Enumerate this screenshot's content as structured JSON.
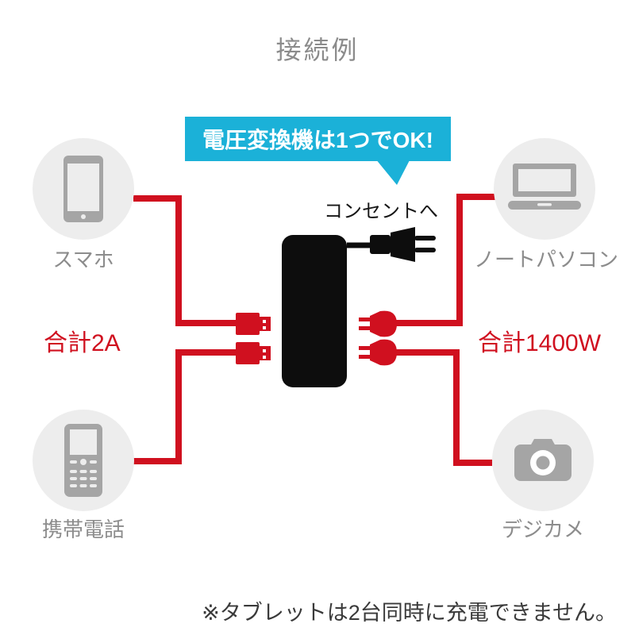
{
  "title": "接続例",
  "callout": {
    "text": "電圧変換機は1つでOK!"
  },
  "center": {
    "outlet_label": "コンセントへ",
    "device": "voltage-converter"
  },
  "left": {
    "total_label": "合計2A",
    "devices": [
      {
        "label": "スマホ",
        "icon": "smartphone-icon"
      },
      {
        "label": "携帯電話",
        "icon": "feature-phone-icon"
      }
    ]
  },
  "right": {
    "total_label": "合計1400W",
    "devices": [
      {
        "label": "ノートパソコン",
        "icon": "laptop-icon"
      },
      {
        "label": "デジカメ",
        "icon": "camera-icon"
      }
    ]
  },
  "footnote": "※タブレットは2台同時に充電できません。",
  "colors": {
    "cable_red": "#d0101f",
    "callout_cyan": "#1bb1d8",
    "icon_gray": "#a5a5a5",
    "circle_bg": "#ededed",
    "title_gray": "#8b8b8b",
    "label_gray": "#8c8c8c",
    "device_black": "#0d0d0d",
    "note_dark": "#3a3a3a"
  }
}
